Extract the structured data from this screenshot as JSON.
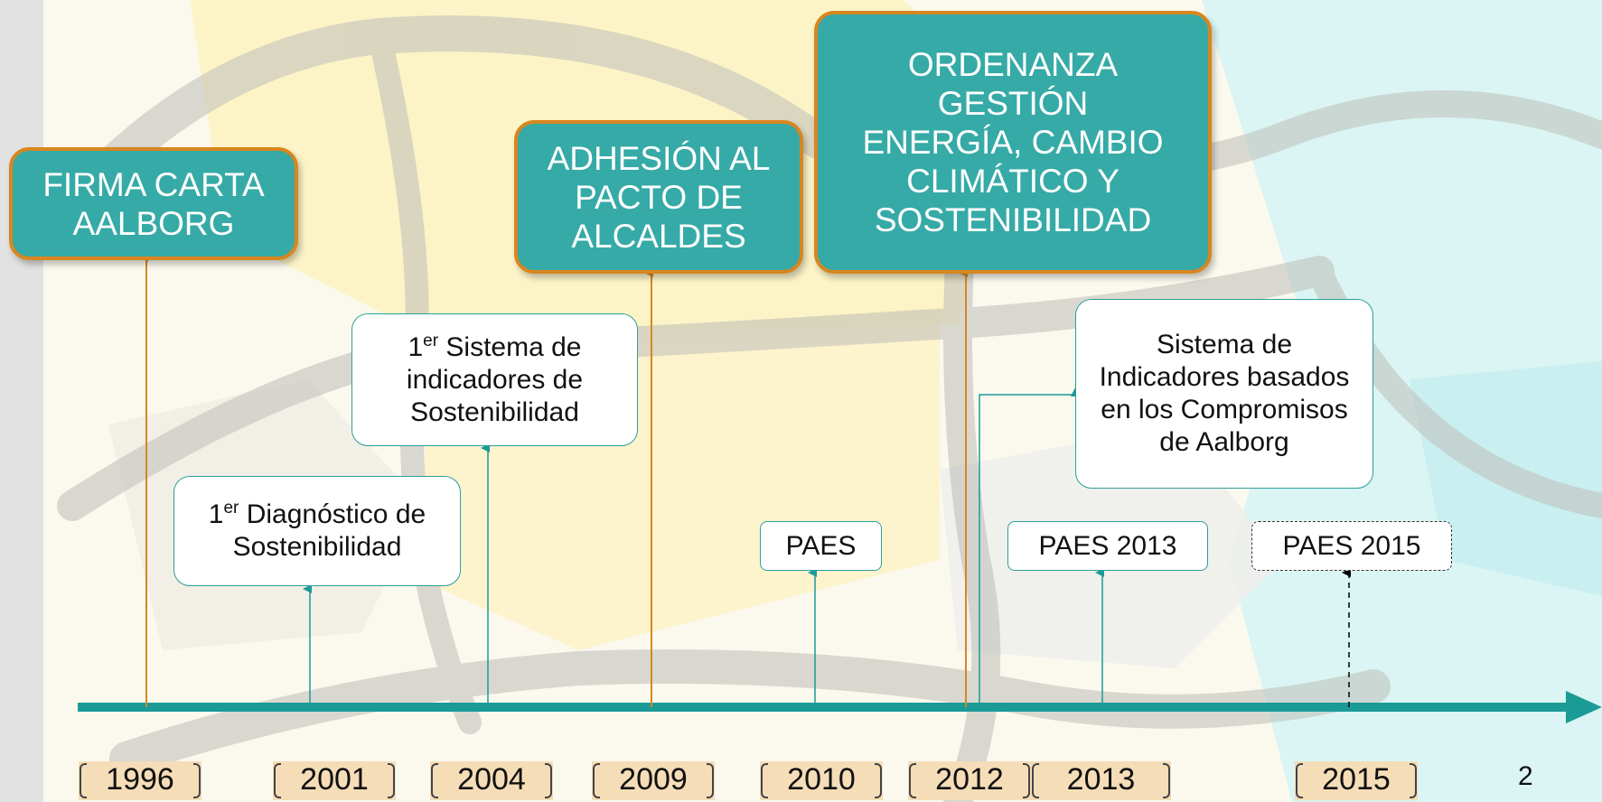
{
  "milestones": {
    "aalborg": [
      "FIRMA CARTA",
      "AALBORG"
    ],
    "pacto": [
      "ADHESIÓN AL",
      "PACTO DE",
      "ALCALDES"
    ],
    "ordenanza": [
      "ORDENANZA",
      "GESTIÓN",
      "ENERGÍA, CAMBIO",
      "CLIMÁTICO Y",
      "SOSTENIBILIDAD"
    ]
  },
  "events": {
    "diagnostico": {
      "sup": "er",
      "lines": [
        "1",
        " Diagnóstico de",
        "Sostenibilidad"
      ]
    },
    "indicadores": {
      "sup": "er",
      "lines": [
        "1",
        " Sistema de",
        "indicadores de",
        "Sostenibilidad"
      ]
    },
    "paes": "PAES",
    "paes2013": "PAES 2013",
    "paes2015": "PAES 2015",
    "compromisos": [
      "Sistema de",
      "Indicadores basados",
      "en los Compromisos",
      "de Aalborg"
    ]
  },
  "years": [
    "1996",
    "2001",
    "2004",
    "2009",
    "2010",
    "2012",
    "2013",
    "2015"
  ],
  "page_number": "2",
  "colors": {
    "teal": "#36aaa6",
    "orange": "#d8861f",
    "axis": "#1a9b96",
    "year_fill": "#f5ddb8"
  }
}
